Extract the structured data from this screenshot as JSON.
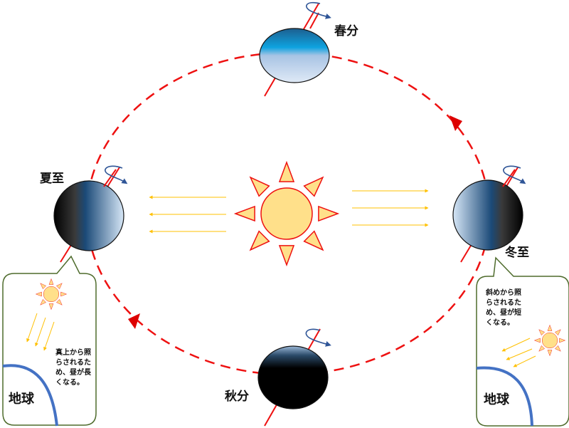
{
  "labels": {
    "spring_equinox": "春分",
    "summer_solstice": "夏至",
    "autumn_equinox": "秋分",
    "winter_solstice": "冬至"
  },
  "callouts": {
    "summer": {
      "lines": [
        "真上から照",
        "らされるた",
        "め、昼が長",
        "くなる。"
      ],
      "earth_label": "地球"
    },
    "winter": {
      "lines": [
        "斜めから照",
        "らされるた",
        "め、昼が短",
        "くなる。"
      ],
      "earth_label": "地球"
    }
  },
  "colors": {
    "orbit": "#ee1111",
    "sun_fill": "#ffe08a",
    "ray": "#ffc000",
    "callout_border": "#4e6b2c",
    "earth_curve": "#4472c4",
    "rotation_arrow": "#2f5597"
  }
}
